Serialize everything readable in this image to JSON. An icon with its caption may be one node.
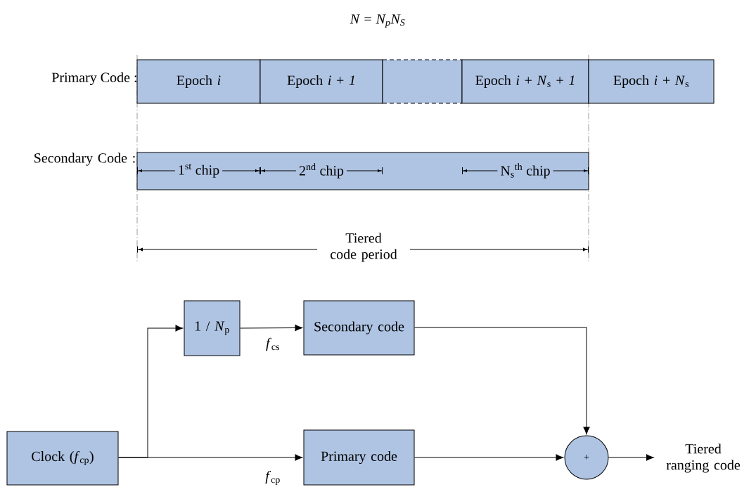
{
  "diagram": {
    "title": "N = N$_{p}$N$_{S}$",
    "nodes": [
      {
        "text": [
          "Epoch *i*"
        ]
      },
      {
        "text": [
          "Epoch *i* + *1*"
        ]
      },
      {
        "text": [],
        "shape": "box"
      },
      {
        "text": [
          "Epoch *i* + *N*$_{s}$ + *1*"
        ]
      },
      {
        "text": [
          "Epoch *i* + *N*$_{s}$"
        ]
      },
      {
        "text": [
          "1$^{st}$ chip",
          "2$^{nd}$ chip",
          "N$_{s}$$^{th}$ chip"
        ]
      },
      {
        "text": [
          "Clock (*f*$_{cp}$)"
        ]
      },
      {
        "text": [
          "1 / *N*$_{p}$"
        ]
      },
      {
        "text": [
          "Secondary code"
        ]
      },
      {
        "text": [
          "Primary code"
        ]
      },
      {
        "text": [
          "+"
        ]
      },
      {
        "text": [
          "Tiered ranging code"
        ]
      }
    ],
    "edges": [
      {
        "from": 6,
        "to": 7,
        "arrow": "to"
      },
      {
        "from": 6,
        "to": 9,
        "arrow": "to",
        "label": "*f*$_{cp}$"
      },
      {
        "from": 7,
        "to": 8,
        "arrow": "to",
        "label": "*f*$_{cs}$"
      },
      {
        "from": 8,
        "to": 10,
        "arrow": "to"
      },
      {
        "from": 9,
        "to": 10,
        "arrow": "to"
      },
      {
        "from": 10,
        "to": 11,
        "arrow": "to"
      }
    ],
    "labels": [
      "Primary Code :",
      "Secondary Code :",
      "Tiered code period"
    ]
  }
}
